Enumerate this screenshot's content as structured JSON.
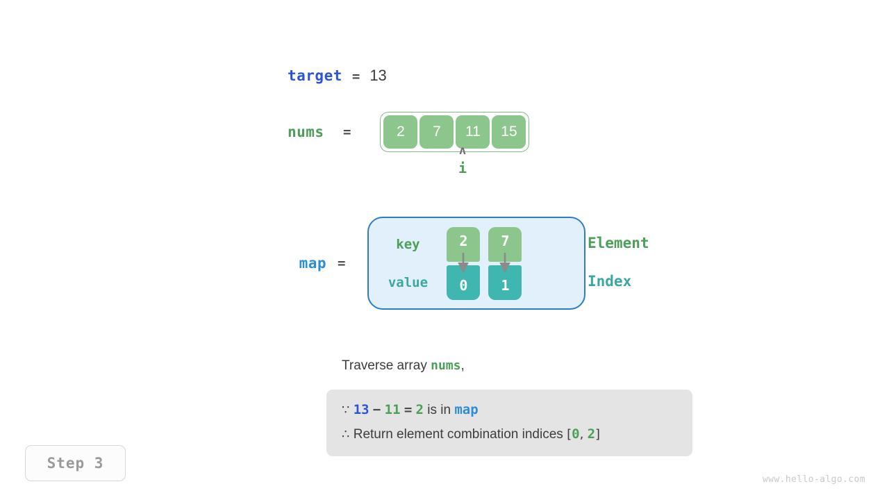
{
  "colors": {
    "background": "#ffffff",
    "var_blue": "#2B55D4",
    "var_light_blue": "#2C8FD6",
    "var_green": "#4C9F58",
    "var_teal": "#3AA8A0",
    "cell_green": "#8CC68C",
    "cell_teal": "#3FB7B0",
    "array_border": "#7FBE83",
    "map_fill": "#E2F0FB",
    "map_border": "#2E7DC4",
    "explain_bg": "#E4E4E4",
    "text": "#3C3C3C",
    "muted": "#9A9A9A"
  },
  "target": {
    "name": "target",
    "equals": "=",
    "value": "13"
  },
  "nums": {
    "name": "nums",
    "equals": "=",
    "cells": [
      "2",
      "7",
      "11",
      "15"
    ]
  },
  "pointer": {
    "caret": "ʌ",
    "label": "i",
    "index": 2
  },
  "map": {
    "name": "map",
    "equals": "=",
    "rows": [
      {
        "label": "key",
        "cells": [
          "2",
          "7"
        ]
      },
      {
        "label": "value",
        "cells": [
          "0",
          "1"
        ]
      }
    ],
    "side_labels": [
      "Element",
      "Index"
    ]
  },
  "explanation": {
    "lead_prefix": "Traverse array ",
    "lead_var": "nums",
    "lead_suffix": ",",
    "line1": {
      "because_symbol": "∵",
      "target": "13",
      "minus": "−",
      "current": "11",
      "equals": "=",
      "complement": "2",
      "middle": "is in",
      "map": "map"
    },
    "line2": {
      "therefore_symbol": "∴",
      "text": "Return element combination indices",
      "open_bracket": "[",
      "index_a": "0",
      "comma": ",",
      "index_b": "2",
      "close_bracket": "]"
    }
  },
  "step_badge": "Step 3",
  "watermark": "www.hello-algo.com"
}
